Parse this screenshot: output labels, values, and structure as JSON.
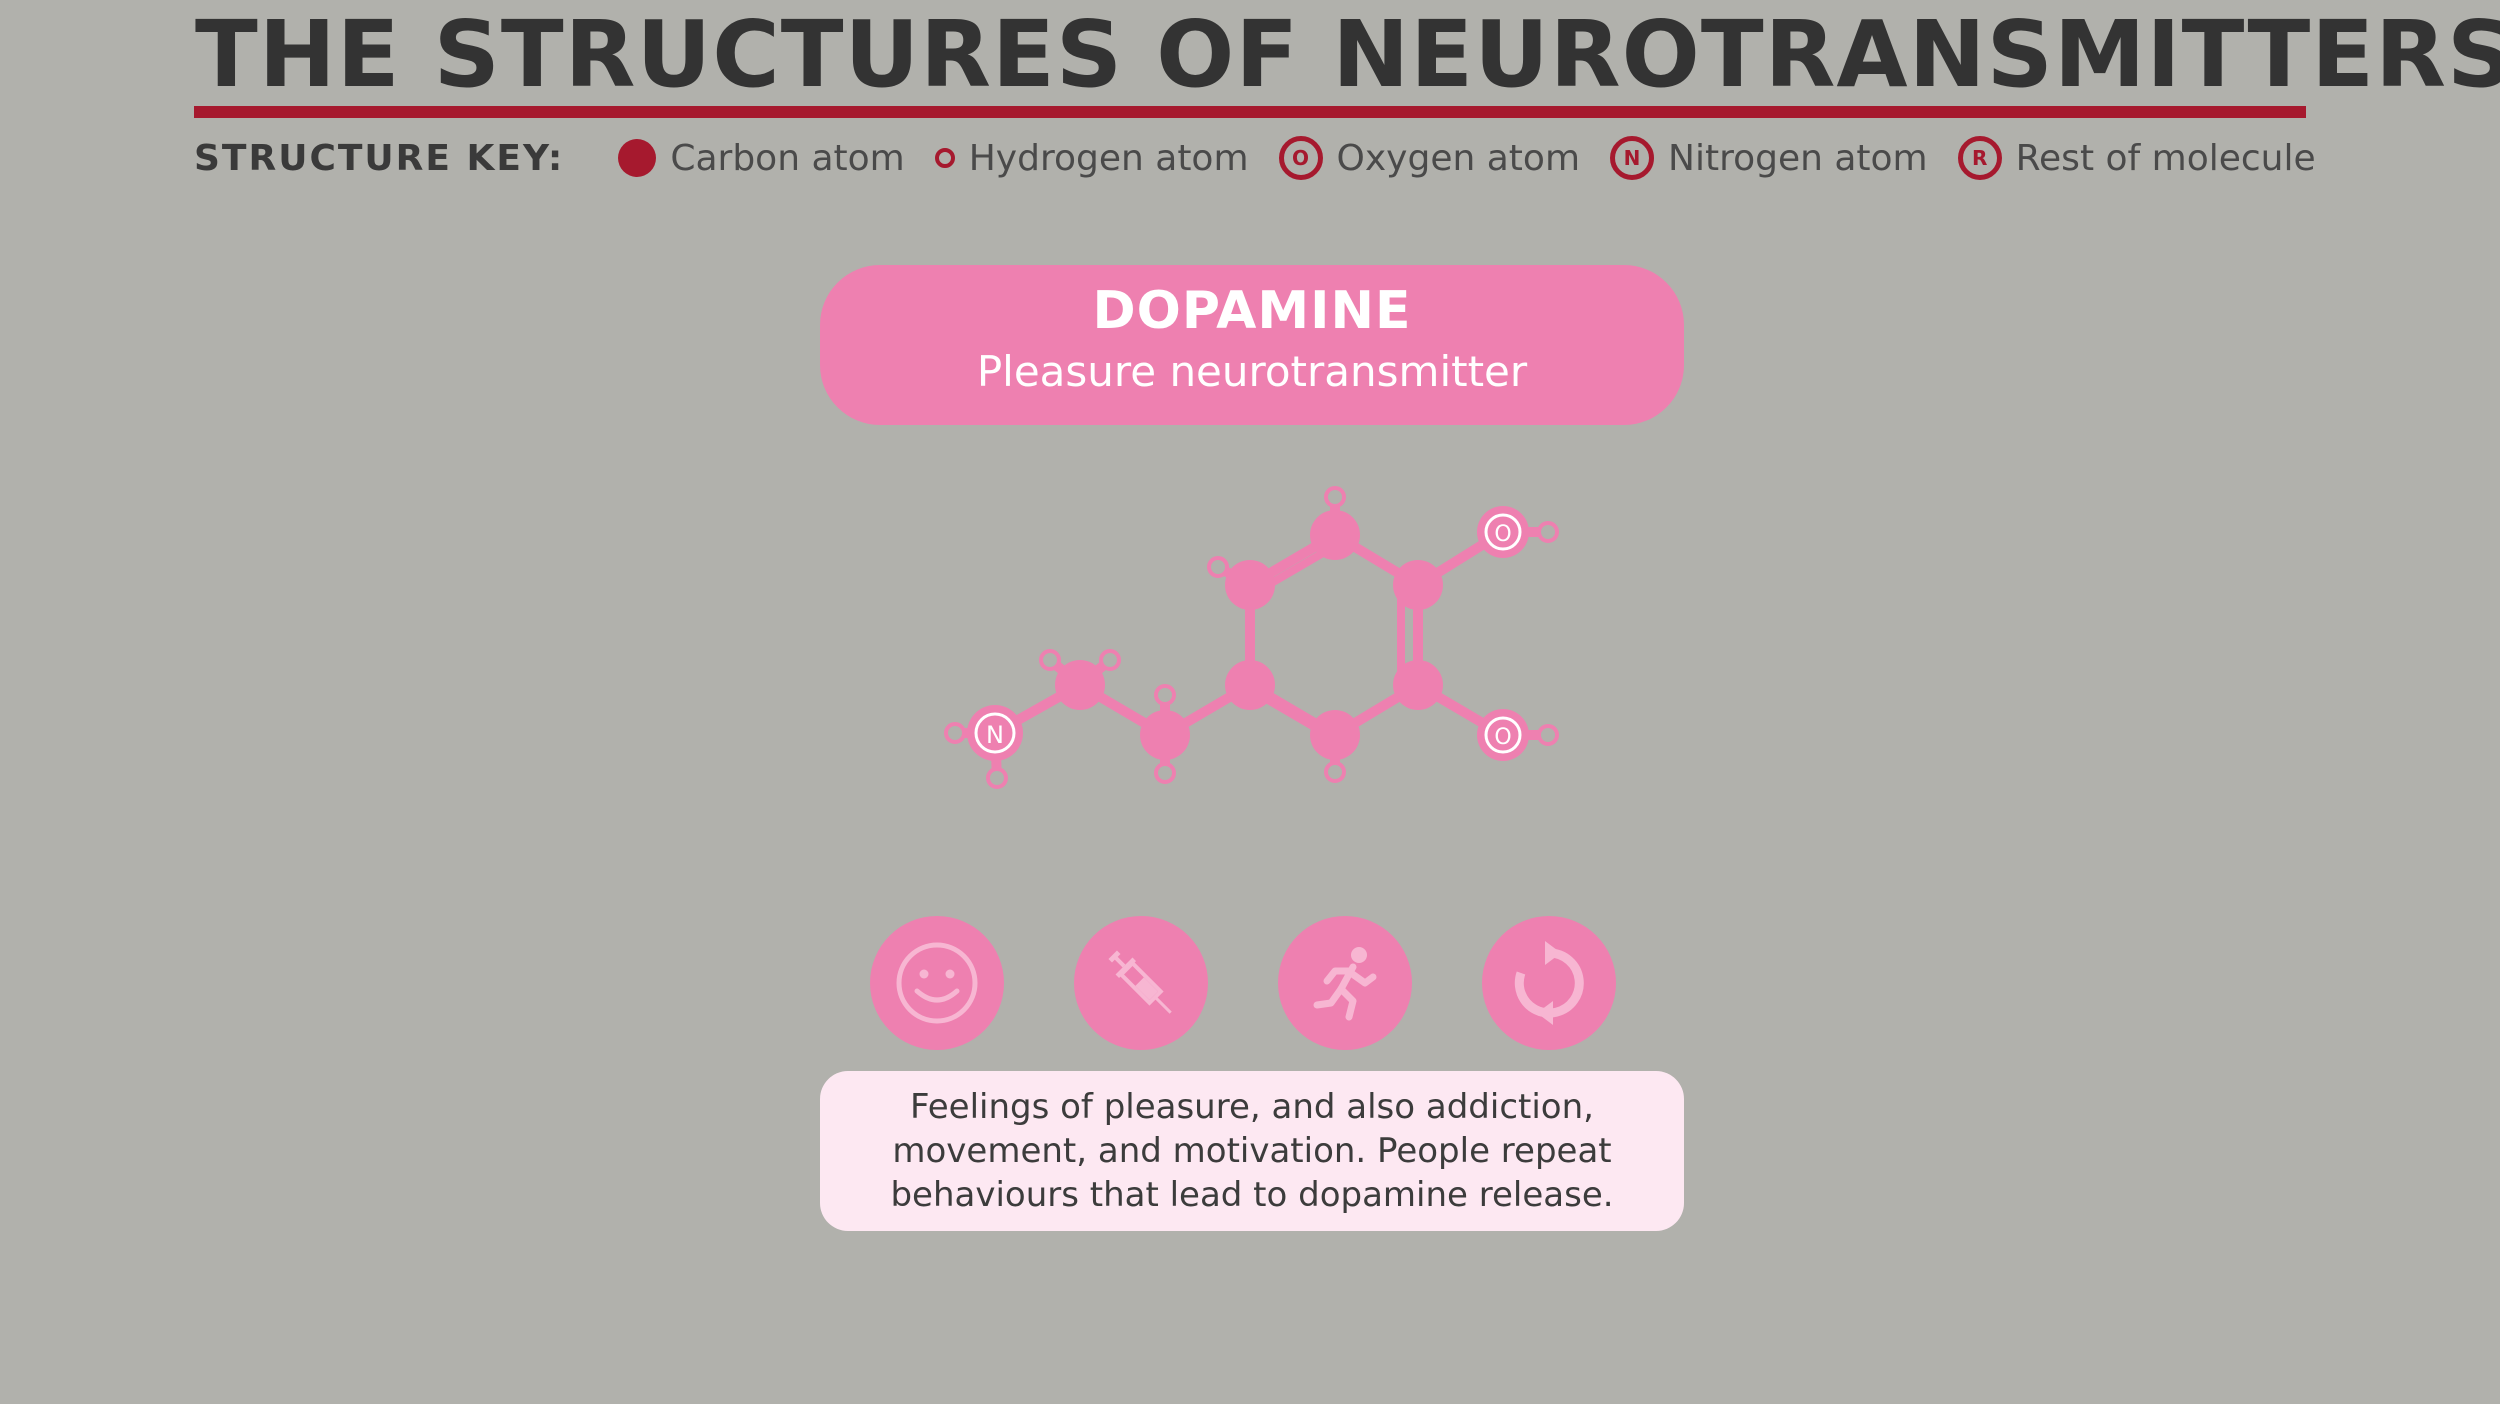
{
  "header": {
    "title": "THE STRUCTURES OF NEUROTRANSMITTERS",
    "key_label": "STRUCTURE KEY:",
    "key_items": [
      {
        "label": "Carbon atom",
        "symbol": ""
      },
      {
        "label": "Hydrogen atom",
        "symbol": ""
      },
      {
        "label": "Oxygen atom",
        "symbol": "O"
      },
      {
        "label": "Nitrogen atom",
        "symbol": "N"
      },
      {
        "label": "Rest of molecule",
        "symbol": "R"
      }
    ]
  },
  "card": {
    "name": "DOPAMINE",
    "subtitle": "Pleasure neurotransmitter",
    "description": "Feelings of pleasure, and also addiction, movement, and motivation. People repeat behaviours that lead to dopamine release."
  },
  "molecule": {
    "oxygen_symbol": "O",
    "nitrogen_symbol": "N"
  },
  "icons": [
    "smiley-icon",
    "syringe-icon",
    "running-person-icon",
    "cycle-arrows-icon"
  ],
  "colors": {
    "background": "#b1b1ac",
    "accent_red": "#a6192e",
    "pink": "#ee80b0",
    "light_pink": "#fde8f2",
    "title_text": "#333333"
  }
}
